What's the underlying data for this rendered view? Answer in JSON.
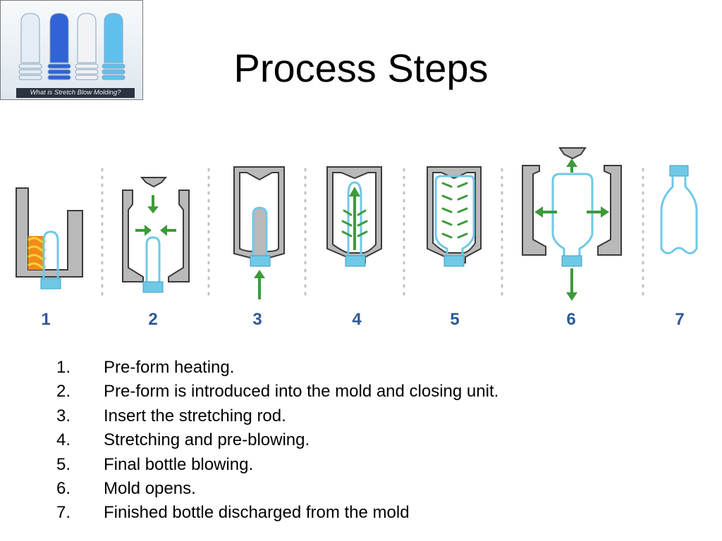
{
  "slide": {
    "title": "Process Steps",
    "thumbnail": {
      "caption": "What is Stretch Blow Molding?",
      "preform_colors": [
        "#e4edf5",
        "#2f63d6",
        "#f1f3f6",
        "#5fc0ee"
      ]
    }
  },
  "diagram": {
    "step_numbers": [
      "1",
      "2",
      "3",
      "4",
      "5",
      "6",
      "7"
    ],
    "colors": {
      "mold": "#b9b9b9",
      "mold_outline": "#3a3a3a",
      "preform": "#6fc9e6",
      "arrow": "#3e9a3c",
      "heat": "#f28a1c",
      "number": "#2d5a97",
      "divider": "#c2c2c2"
    }
  },
  "steps": [
    {
      "num": "1.",
      "text": "Pre-form heating."
    },
    {
      "num": "2.",
      "text": "Pre-form is introduced into the mold and closing unit."
    },
    {
      "num": "3.",
      "text": "Insert the stretching rod."
    },
    {
      "num": "4.",
      "text": "Stretching and pre-blowing."
    },
    {
      "num": "5.",
      "text": "Final bottle blowing."
    },
    {
      "num": "6.",
      "text": "Mold opens."
    },
    {
      "num": "7.",
      "text": "Finished bottle discharged from the mold"
    }
  ]
}
